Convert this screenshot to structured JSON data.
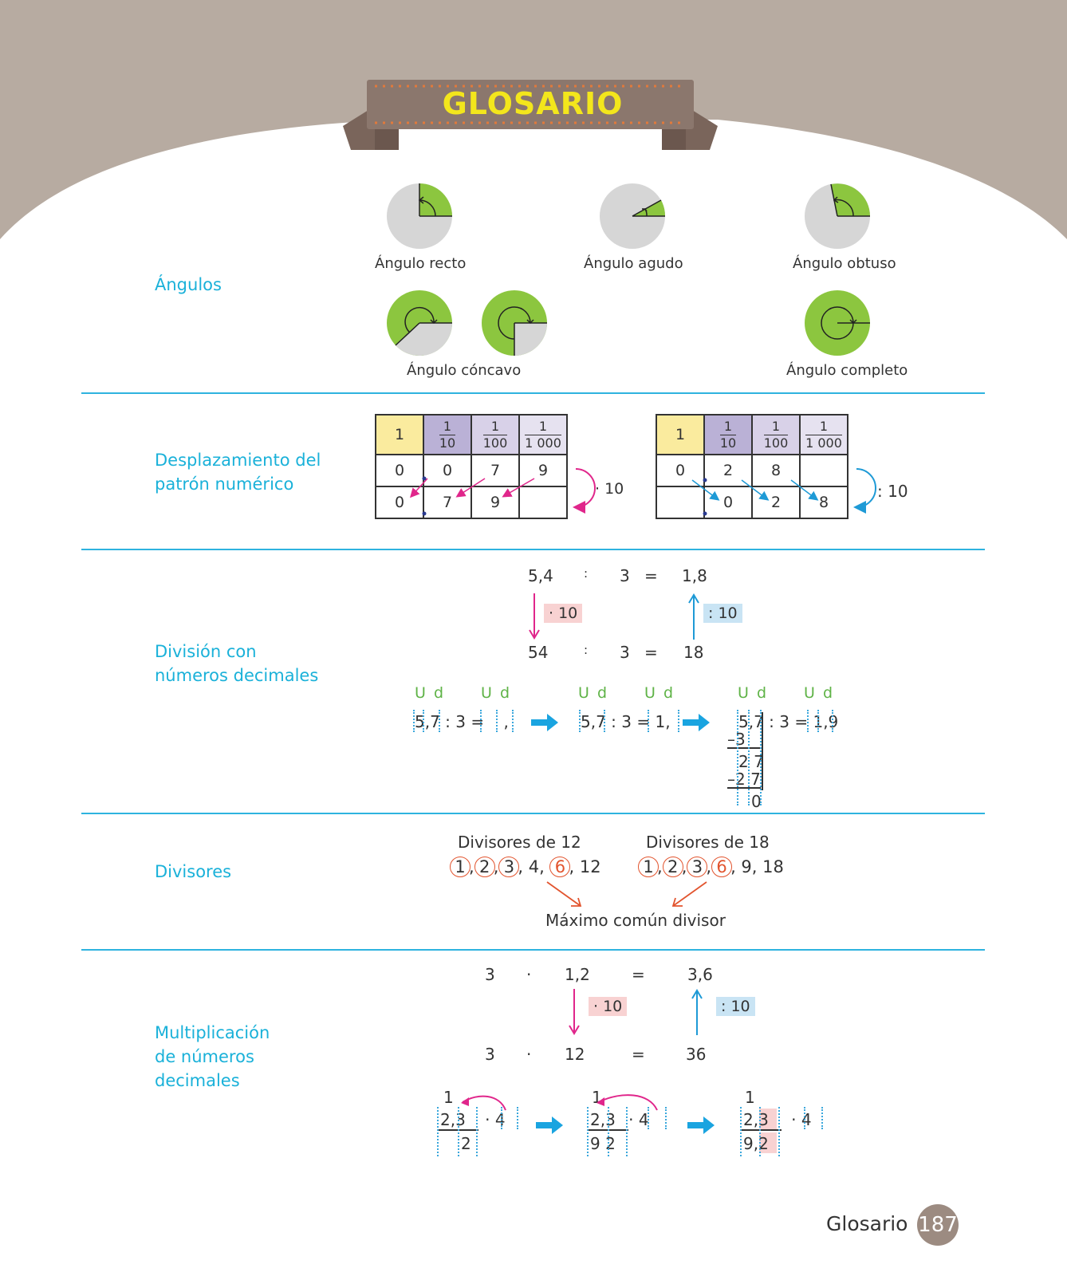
{
  "header": {
    "title": "GLOSARIO"
  },
  "angles": {
    "term": "Ángulos",
    "right": "Ángulo recto",
    "acute": "Ángulo agudo",
    "obtuse": "Ángulo obtuso",
    "concave": "Ángulo cóncavo",
    "complete": "Ángulo completo"
  },
  "shift": {
    "term_l1": "Desplazamiento del",
    "term_l2": "patrón numérico",
    "header": [
      "1",
      "1",
      "10",
      "1",
      "100",
      "1",
      "1 000"
    ],
    "left": {
      "row1": [
        "0",
        "0",
        "7",
        "9"
      ],
      "row2": [
        "0",
        "7",
        "9",
        ""
      ],
      "op": "· 10"
    },
    "right": {
      "row1": [
        "0",
        "2",
        "8",
        ""
      ],
      "row2": [
        "",
        "0",
        "2",
        "8"
      ],
      "op": ": 10"
    }
  },
  "division": {
    "term_l1": "División con",
    "term_l2": "números decimales",
    "top": [
      "5,4",
      ":",
      "3",
      "=",
      "1,8"
    ],
    "bottom": [
      "54",
      ":",
      "3",
      "=",
      "18"
    ],
    "mul_tag": "· 10",
    "div_tag": ": 10",
    "ud": "U d",
    "step1": {
      "a": "5,7",
      "op": ": 3 =",
      "r": ","
    },
    "step2": {
      "a": "5,7",
      "op": ": 3 =",
      "r": "1,"
    },
    "step3": {
      "a": "5,7",
      "op": ": 3 =",
      "r": "1,9",
      "s1": "–3",
      "s2": "2 7",
      "s3": "–2 7",
      "s4": "0"
    }
  },
  "divisors": {
    "term": "Divisores",
    "head12": "Divisores de 12",
    "head18": "Divisores de 18",
    "list12": [
      "1",
      "2",
      "3",
      "4",
      "6",
      "12"
    ],
    "list18": [
      "1",
      "2",
      "3",
      "6",
      "9",
      "18"
    ],
    "mcd": "Máximo común divisor"
  },
  "multiplication": {
    "term_l1": "Multiplicación",
    "term_l2": "de números",
    "term_l3": "decimales",
    "top": [
      "3",
      "·",
      "1,2",
      "=",
      "3,6"
    ],
    "bottom": [
      "3",
      "·",
      "12",
      "=",
      "36"
    ],
    "mul_tag": "· 10",
    "div_tag": ": 10",
    "carry": "1",
    "factor": "2,3",
    "times": "· 4",
    "p1": "2",
    "p2": "9 2",
    "p3": "9,2"
  },
  "footer": {
    "word": "Glosario",
    "page": "187"
  },
  "colors": {
    "accent": "#1ab1d9",
    "banner": "#8b776d",
    "green": "#8cc63f",
    "pink": "#e0268b"
  }
}
